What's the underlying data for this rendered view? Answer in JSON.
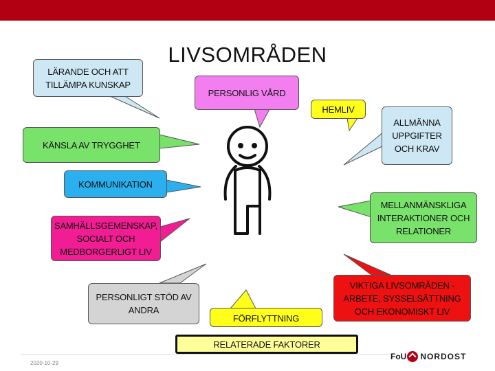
{
  "title": "LIVSOMRÅDEN",
  "bubbles": {
    "learning": "LÄRANDE OCH ATT TILLÄMPA KUNSKAP",
    "personal_care": "PERSONLIG VÅRD",
    "home_life": "HEMLIV",
    "general_tasks": "ALLMÄNNA UPPGIFTER OCH KRAV",
    "security": "KÄNSLA AV TRYGGHET",
    "communication": "KOMMUNIKATION",
    "interpersonal": "MELLANMÄNSKLIGA INTERAKTIONER OCH RELATIONER",
    "community": "SAMHÄLLSGEMENSKAP, SOCIALT OCH MEDBORGERLIGT LIV",
    "major_life": "VIKTIGA LIVSOMRÅDEN - ARBETE, SYSSELSÄTTNING OCH EKONOMISKT LIV",
    "support": "PERSONLIGT STÖD AV ANDRA",
    "mobility": "FÖRFLYTTNING",
    "related": "RELATERADE FAKTORER"
  },
  "footer": {
    "date": "2020-10-29",
    "logo_left": "FoU",
    "logo_right": "NORDOST"
  },
  "colors": {
    "header_bar": "#b20012",
    "light_blue": "#cde8f4",
    "pink": "#f27ef0",
    "yellow": "#ffff1a",
    "green": "#79e26a",
    "blue": "#2ab0ee",
    "magenta": "#f21c93",
    "red": "#ee1111",
    "gray": "#d4d4d4",
    "pale_yellow": "#ffff99"
  },
  "icons": [
    "stick-figure-icon",
    "fou-nordost-logo-icon"
  ]
}
